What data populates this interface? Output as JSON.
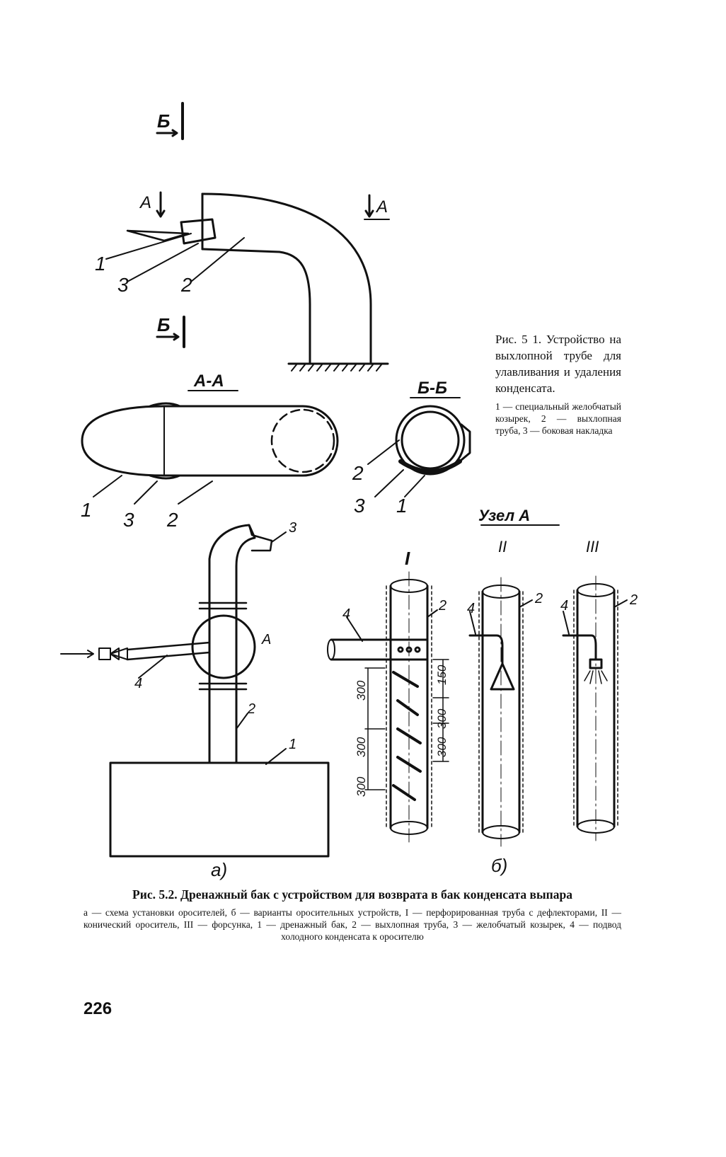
{
  "figure_51": {
    "label_b_top": "Б",
    "label_b_bottom": "Б",
    "label_a_left": "А",
    "label_a_right": "А",
    "section_aa": "А-А",
    "section_bb": "Б-Б",
    "node_a": "Узел А",
    "nums": {
      "one": "1",
      "two": "2",
      "three": "3"
    },
    "caption_title": "Рис. 5 1. Устройство на выхлопной трубе для улавливания и удаления конденсата.",
    "caption_legend": "1 — специальный желобчатый козырек, 2 — выхлопная труба, 3 — боковая накладка"
  },
  "figure_52": {
    "roman_1": "I",
    "roman_2": "II",
    "roman_3": "III",
    "label_a_node": "А",
    "dim_300": "300",
    "dim_150": "150",
    "sub_a": "а)",
    "sub_b": "б)",
    "nums": {
      "one": "1",
      "two": "2",
      "three": "3",
      "four": "4"
    },
    "caption_title": "Рис. 5.2. Дренажный бак с устройством для возврата в бак конденсата выпара",
    "caption_legend": "а — схема установки оросителей, б — варианты оросительных устройств, I — перфорированная труба с дефлекторами, II — конический ороситель, III — форсунка, 1 — дренажный бак, 2 — выхлопная труба, 3 — желобчатый козырек, 4 — подвод холодного конденсата к оросителю"
  },
  "page_number": "226",
  "colors": {
    "ink": "#111111",
    "paper": "#ffffff"
  }
}
